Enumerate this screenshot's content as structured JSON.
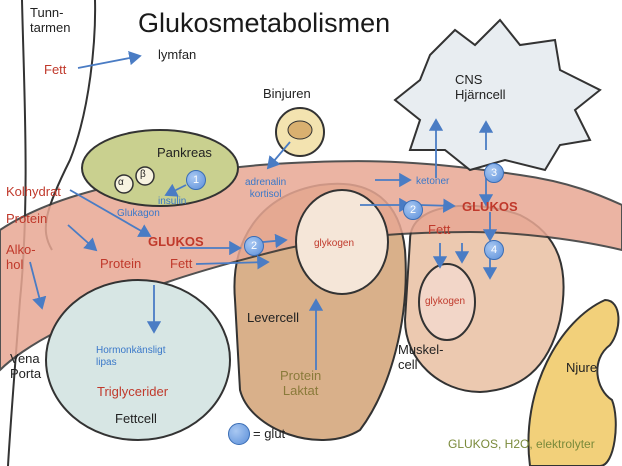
{
  "title": "Glukosmetabolismen",
  "labels": {
    "tunntarmen": "Tunn-\ntarmen",
    "fett_top": "Fett",
    "lymfan": "lymfan",
    "pankreas": "Pankreas",
    "alpha": "α",
    "beta": "β",
    "glukagon": "Glukagon",
    "insulin": "insulin",
    "binjuren": "Binjuren",
    "adrenalin_kortisol": "adrenalin\nkortisol",
    "cns": "CNS\nHjärncell",
    "ketoner": "ketoner",
    "glukos_right": "GLUKOS",
    "kolhydrat": "Kolhydrat",
    "protein_left": "Protein",
    "alkohol": "Alko-\nhol",
    "glukos_center": "GLUKOS",
    "protein_mid": "Protein",
    "fett_mid": "Fett",
    "glykogen_liver": "glykogen",
    "fett_right": "Fett",
    "glykogen_muscle": "glykogen",
    "hormonkanslig_lipas": "Hormonkänsligt\nlipas",
    "levercell": "Levercell",
    "muskelcell": "Muskel-\ncell",
    "njure": "Njure",
    "vena_porta": "Vena\nPorta",
    "triglycerider": "Triglycerider",
    "fettcell": "Fettcell",
    "protein_laktat": "Protein\nLaktat",
    "legend": "= glut",
    "footer": "GLUKOS, H2O, elektrolyter"
  },
  "glut_markers": [
    "1",
    "2",
    "2",
    "3",
    "4"
  ],
  "colors": {
    "blood": "#e8a894",
    "liver": "#d9b08a",
    "pancreas": "#c9d08f",
    "fat_cell": "#d7e6e4",
    "kidney": "#f2d07a",
    "glut": "#5b8fd9",
    "arrow": "#4a7cc4",
    "red_text": "#c0392b"
  }
}
